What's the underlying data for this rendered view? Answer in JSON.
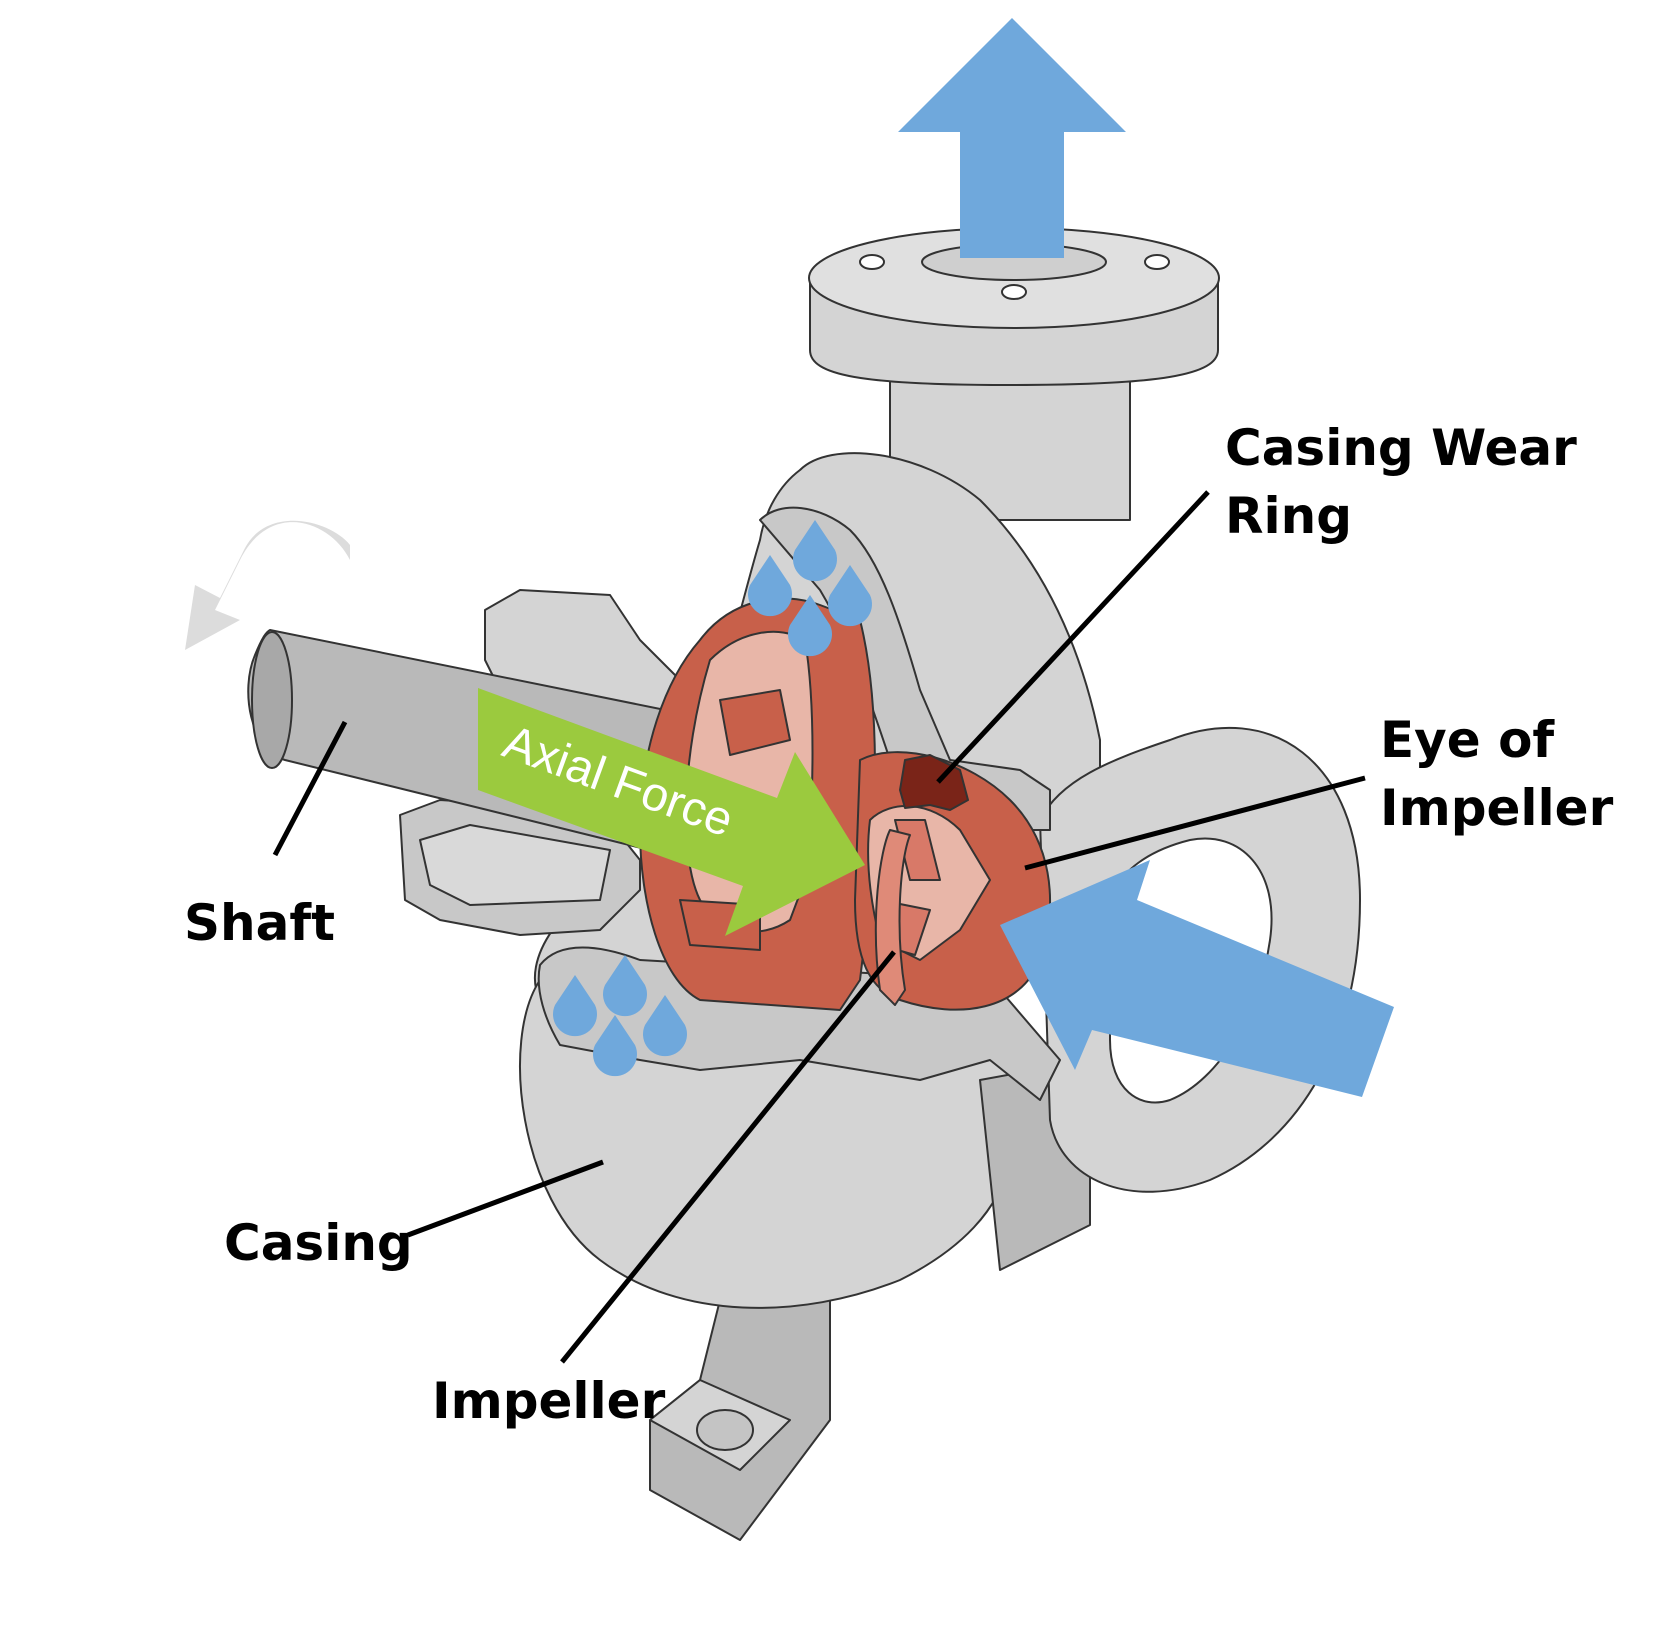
{
  "labels": {
    "casing_wear_ring_line1": "Casing Wear",
    "casing_wear_ring_line2": "Ring",
    "eye_of_impeller_line1": "Eye of",
    "eye_of_impeller_line2": "Impeller",
    "shaft": "Shaft",
    "casing": "Casing",
    "impeller": "Impeller",
    "axial_force": "Axial Force"
  },
  "colors": {
    "casing_gray": "#d4d4d4",
    "casing_dark": "#b9b9b9",
    "impeller_red": "#c8604a",
    "impeller_light": "#e8b6a8",
    "wear_ring": "#7a2418",
    "flow_blue": "#6fa8dc",
    "axial_green": "#9bca3e",
    "rotation_arrow": "#dcdcdc"
  },
  "icons": {
    "flow_out": "arrow-up-icon",
    "flow_in": "arrow-diagonal-icon",
    "rotation": "curved-arrow-icon",
    "droplets": "water-drop-icon"
  }
}
